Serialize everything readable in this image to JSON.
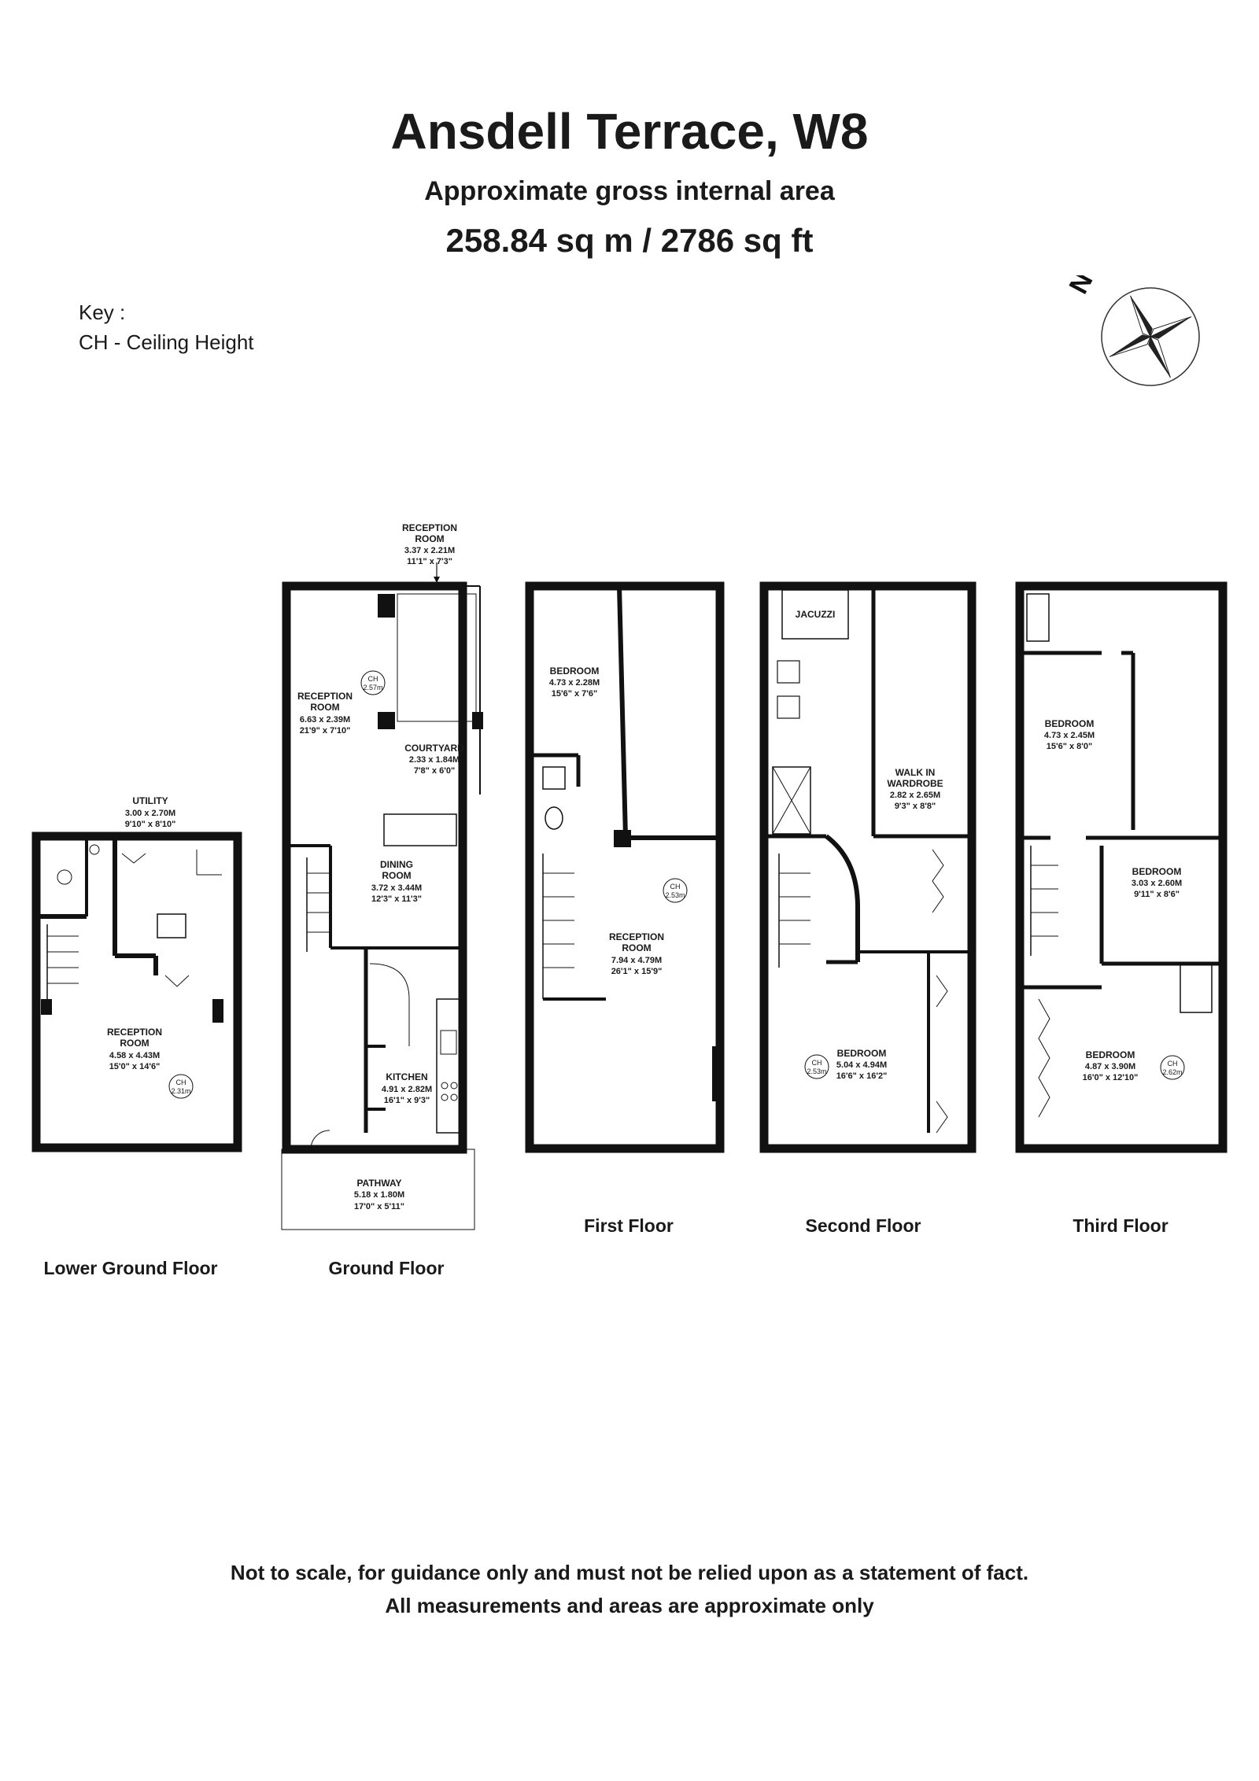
{
  "header": {
    "title": "Ansdell Terrace, W8",
    "subtitle": "Approximate gross internal area",
    "area": "258.84 sq m /  2786 sq ft"
  },
  "key": {
    "heading": "Key :",
    "ch": "CH - Ceiling Height"
  },
  "compass": {
    "label": "N"
  },
  "floors": {
    "lower_ground": {
      "name": "Lower Ground Floor",
      "utility": [
        "UTILITY",
        "3.00 x 2.70M",
        "9'10\" x 8'10\""
      ],
      "reception": [
        "RECEPTION",
        "ROOM",
        "4.58 x 4.43M",
        "15'0\" x 14'6\""
      ],
      "ch": [
        "CH",
        "2.31m"
      ]
    },
    "ground": {
      "name": "Ground Floor",
      "reception_rear": [
        "RECEPTION",
        "ROOM",
        "3.37 x 2.21M",
        "11'1\" x 7'3\""
      ],
      "reception": [
        "RECEPTION",
        "ROOM",
        "6.63 x 2.39M",
        "21'9\" x 7'10\""
      ],
      "courtyard": [
        "COURTYARD",
        "2.33 x 1.84M",
        "7'8\" x 6'0\""
      ],
      "dining": [
        "DINING",
        "ROOM",
        "3.72 x 3.44M",
        "12'3\" x 11'3\""
      ],
      "kitchen": [
        "KITCHEN",
        "4.91 x 2.82M",
        "16'1\" x 9'3\""
      ],
      "pathway": [
        "PATHWAY",
        "5.18 x 1.80M",
        "17'0\" x 5'11\""
      ],
      "ch": [
        "CH",
        "2.57m"
      ]
    },
    "first": {
      "name": "First Floor",
      "bedroom": [
        "BEDROOM",
        "4.73 x 2.28M",
        "15'6\" x 7'6\""
      ],
      "reception": [
        "RECEPTION",
        "ROOM",
        "7.94 x 4.79M",
        "26'1\" x 15'9\""
      ],
      "ch": [
        "CH",
        "2.53m"
      ]
    },
    "second": {
      "name": "Second Floor",
      "jacuzzi": "JACUZZI",
      "wardrobe": [
        "WALK IN",
        "WARDROBE",
        "2.82 x 2.65M",
        "9'3\" x 8'8\""
      ],
      "bedroom": [
        "BEDROOM",
        "5.04 x 4.94M",
        "16'6\" x 16'2\""
      ],
      "ch": [
        "CH",
        "2.53m"
      ]
    },
    "third": {
      "name": "Third Floor",
      "bedroom1": [
        "BEDROOM",
        "4.73 x 2.45M",
        "15'6\" x 8'0\""
      ],
      "bedroom2": [
        "BEDROOM",
        "3.03 x 2.60M",
        "9'11\" x 8'6\""
      ],
      "bedroom3": [
        "BEDROOM",
        "4.87 x 3.90M",
        "16'0\" x 12'10\""
      ],
      "ch": [
        "CH",
        "2.62m"
      ]
    }
  },
  "disclaimer": {
    "line1": "Not to scale, for guidance only and must not be relied upon as a statement of fact.",
    "line2": "All measurements and areas are approximate only"
  }
}
